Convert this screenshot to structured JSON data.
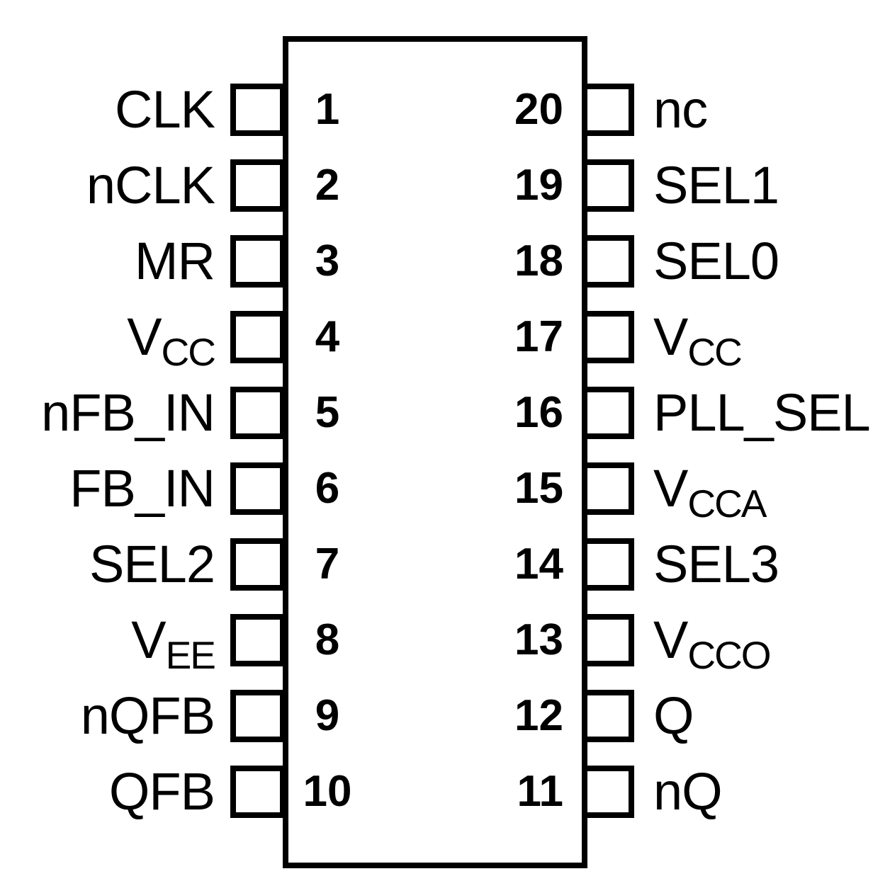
{
  "diagram": {
    "type": "ic-pin-diagram",
    "package_pin_count": 20,
    "background_color": "#ffffff",
    "line_color": "#000000",
    "text_color": "#000000",
    "rows": [
      {
        "left": {
          "label": "CLK",
          "num": "1"
        },
        "right": {
          "num": "20",
          "label": "nc"
        }
      },
      {
        "left": {
          "label": "nCLK",
          "num": "2"
        },
        "right": {
          "num": "19",
          "label": "SEL1"
        }
      },
      {
        "left": {
          "label": "MR",
          "num": "3"
        },
        "right": {
          "num": "18",
          "label": "SEL0"
        }
      },
      {
        "left": {
          "label": "V",
          "sub": "CC",
          "num": "4"
        },
        "right": {
          "num": "17",
          "label": "V",
          "sub": "CC"
        }
      },
      {
        "left": {
          "label": "nFB_IN",
          "num": "5"
        },
        "right": {
          "num": "16",
          "label": "PLL_SEL"
        }
      },
      {
        "left": {
          "label": "FB_IN",
          "num": "6"
        },
        "right": {
          "num": "15",
          "label": "V",
          "sub": "CCA"
        }
      },
      {
        "left": {
          "label": "SEL2",
          "num": "7"
        },
        "right": {
          "num": "14",
          "label": "SEL3"
        }
      },
      {
        "left": {
          "label": "V",
          "sub": "EE",
          "num": "8"
        },
        "right": {
          "num": "13",
          "label": "V",
          "sub": "CCO"
        }
      },
      {
        "left": {
          "label": "nQFB",
          "num": "9"
        },
        "right": {
          "num": "12",
          "label": "Q"
        }
      },
      {
        "left": {
          "label": "QFB",
          "num": "10"
        },
        "right": {
          "num": "11",
          "label": "nQ"
        }
      }
    ]
  }
}
